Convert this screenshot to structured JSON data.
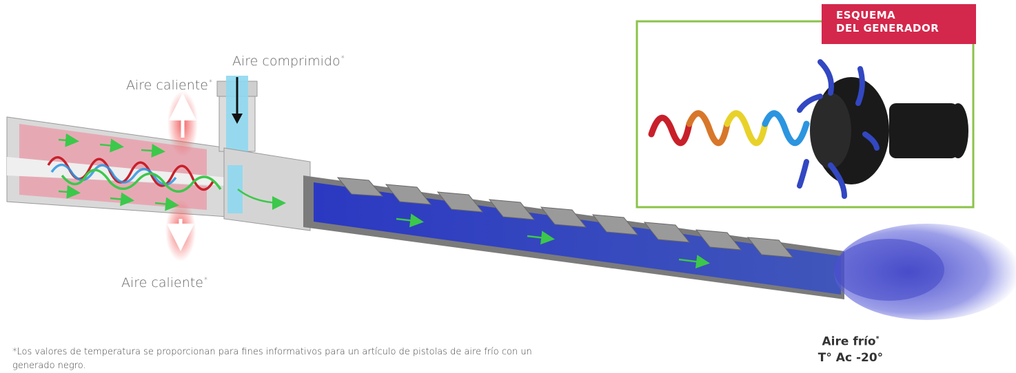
{
  "labels": {
    "compressed_air": "Aire comprimido",
    "hot_air_top": "Aire caliente",
    "hot_air_bottom": "Aire caliente",
    "asterisk": "*",
    "cold_air": "Aire frío",
    "cold_temp": "T° Ac -20°"
  },
  "footnote": "*Los valores de temperatura se proporcionan para fines informativos para un artículo de pistolas de aire frío con un generado negro.",
  "generator_tag": {
    "line1": "ESQUEMA",
    "line2": "DEL GENERADOR"
  },
  "colors": {
    "tag_bg": "#d4274c",
    "inset_border": "#8bc34a",
    "flow_arrow": "#3cc84a",
    "hot_chamber": "#e7a0ad",
    "cold_flow": "#2b3fc8",
    "compressed_inlet": "#8ed8ef",
    "spiral": [
      "#c8202a",
      "#d8772a",
      "#e8d22a",
      "#2b95e0"
    ]
  }
}
